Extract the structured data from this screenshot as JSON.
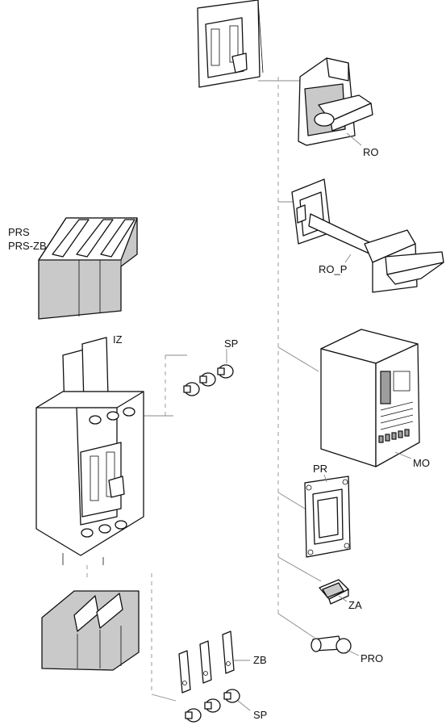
{
  "labels": {
    "prs": "PRS",
    "prs_zb": "PRS-ZB",
    "iz": "IZ",
    "sp_top": "SP",
    "ro": "RO",
    "ro_p": "RO_P",
    "mo": "MO",
    "pr": "PR",
    "za": "ZA",
    "pro": "PRO",
    "zb": "ZB",
    "sp_bottom": "SP"
  }
}
